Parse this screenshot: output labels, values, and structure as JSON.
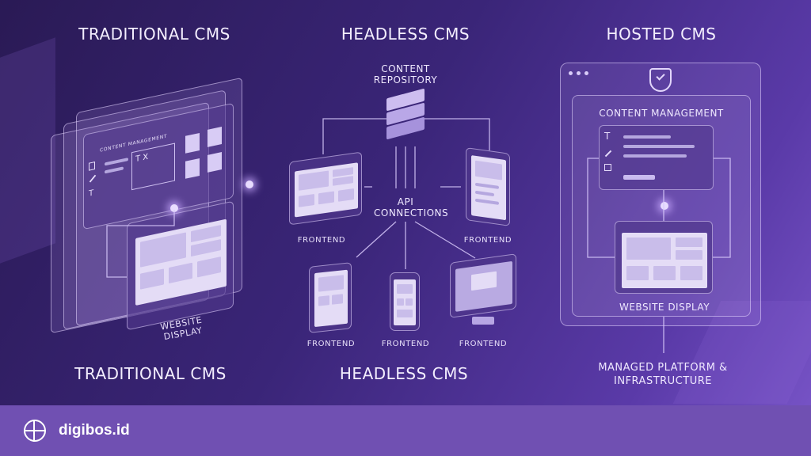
{
  "columns": {
    "traditional": {
      "title_top": "TRADITIONAL CMS",
      "title_bottom": "TRADITIONAL CMS",
      "panel_label": "CONTENT MANAGEMENT",
      "editor_text": "T  X",
      "display_label": "WEBSITE DISPLAY"
    },
    "headless": {
      "title_top": "HEADLESS CMS",
      "title_bottom": "HEADLESS CMS",
      "repository_label": "CONTENT REPOSITORY",
      "api_label": "API CONNECTIONS",
      "frontend_labels": [
        "FRONTEND",
        "FRONTEND",
        "FRONTEND",
        "FRONTEND",
        "FRONTEND"
      ]
    },
    "hosted": {
      "title_top": "HOSTED CMS",
      "panel_label": "CONTENT MANAGEMENT",
      "display_label": "WEBSITE DISPLAY",
      "platform_label": "MANAGED PLATFORM & INFRASTRUCTURE"
    }
  },
  "footer": {
    "brand": "digibos.id"
  },
  "icons": [
    "document-icon",
    "pencil-icon",
    "text-icon",
    "database-icon",
    "shield-check-icon",
    "globe-cursor-icon"
  ],
  "colors": {
    "background_start": "#2a1a55",
    "background_end": "#7a56c9",
    "footer": "#7050b2",
    "accent": "#e8dcff"
  }
}
